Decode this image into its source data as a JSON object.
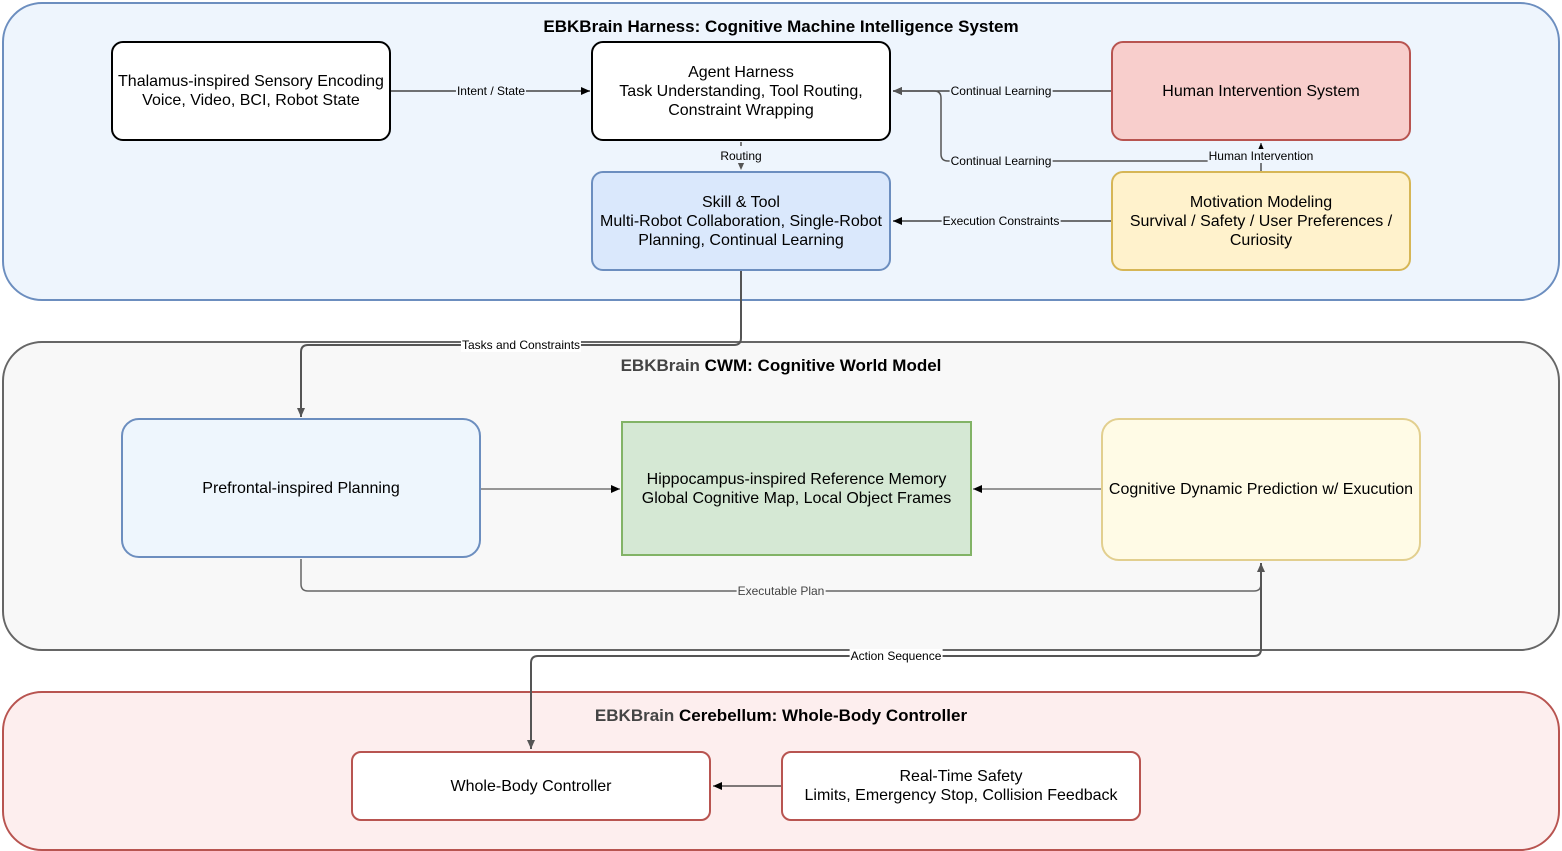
{
  "layers": {
    "harness": {
      "title_main": "EBKBrain Harness: Cognitive Machine Intelligence System"
    },
    "cwm": {
      "title_brand": "EBKBrain",
      "title_rest": " CWM: Cognitive World Model"
    },
    "cerebellum": {
      "title_brand": "EBKBrain",
      "title_rest": " Cerebellum: Whole-Body Controller"
    }
  },
  "nodes": {
    "thalamus": "Thalamus-inspired Sensory Encoding\nVoice, Video, BCI, Robot State",
    "agent_harness": "Agent Harness\nTask Understanding, Tool Routing,\nConstraint Wrapping",
    "human_intervention_system": "Human Intervention System",
    "skill_tool": "Skill & Tool\nMulti-Robot Collaboration, Single-Robot\nPlanning, Continual Learning",
    "motivation": "Motivation Modeling\nSurvival / Safety / User Preferences /\nCuriosity",
    "prefrontal": "Prefrontal-inspired Planning",
    "hippocampus": "Hippocampus-inspired Reference Memory\nGlobal Cognitive Map, Local Object Frames",
    "dynamic_prediction": "Cognitive Dynamic Prediction w/ Exucution",
    "whole_body": "Whole-Body Controller",
    "safety": "Real-Time Safety\nLimits, Emergency Stop, Collision Feedback"
  },
  "edges": {
    "intent_state": "Intent / State",
    "continual_learning_1": "Continual Learning",
    "continual_learning_2": "Continual Learning",
    "routing": "Routing",
    "human_intervention": "Human Intervention",
    "execution_constraints": "Execution Constraints",
    "tasks_constraints": "Tasks and Constraints",
    "executable_plan": "Executable Plan",
    "action_sequence": "Action Sequence"
  },
  "colors": {
    "harness_fill": "#eef5fd",
    "harness_stroke": "#6c8ebf",
    "cwm_fill": "#f8f8f8",
    "cwm_stroke": "#666666",
    "cerebellum_fill": "#fdeeee",
    "cerebellum_stroke": "#b85450",
    "red_node_fill": "#f8cecc",
    "red_node_stroke": "#b85450",
    "yellow_node_fill": "#fff2cc",
    "yellow_node_stroke": "#d6b656",
    "blue_node_fill": "#dae8fc",
    "blue_node_stroke": "#6c8ebf",
    "green_node_fill": "#d5e8d4",
    "green_node_stroke": "#82b366"
  }
}
